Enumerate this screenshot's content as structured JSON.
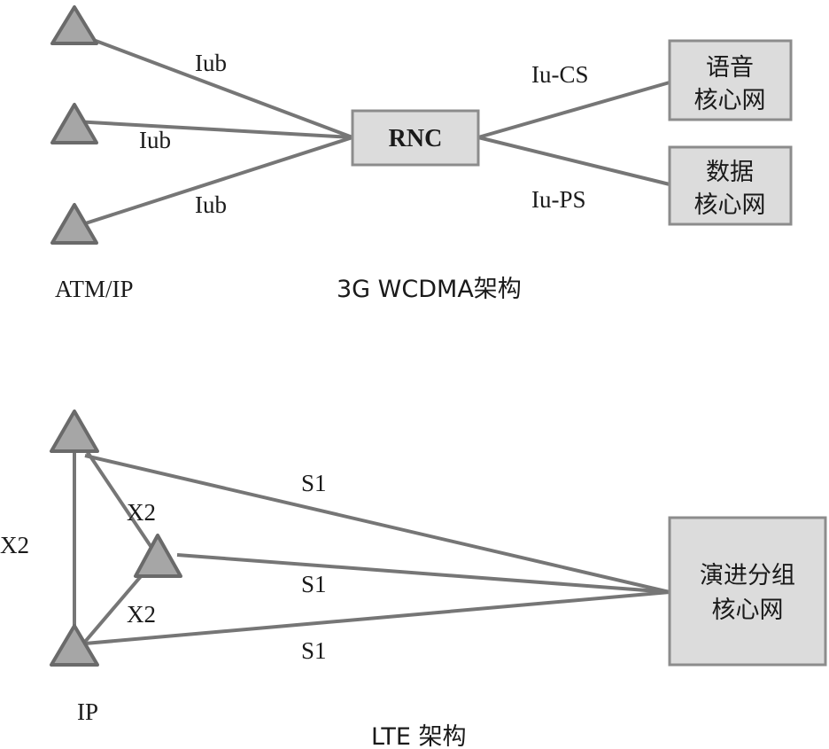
{
  "wcdma": {
    "iub_labels": [
      "Iub",
      "Iub",
      "Iub"
    ],
    "rnc_label": "RNC",
    "iu_cs_label": "Iu-CS",
    "iu_ps_label": "Iu-PS",
    "voice_core": [
      "语音",
      "核心网"
    ],
    "data_core": [
      "数据",
      "核心网"
    ],
    "transport_label": "ATM/IP",
    "caption": "3G WCDMA架构"
  },
  "lte": {
    "x2_labels": [
      "X2",
      "X2",
      "X2"
    ],
    "s1_labels": [
      "S1",
      "S1",
      "S1"
    ],
    "epc": [
      "演进分组",
      "核心网"
    ],
    "transport_label": "IP",
    "caption": "LTE 架构"
  }
}
